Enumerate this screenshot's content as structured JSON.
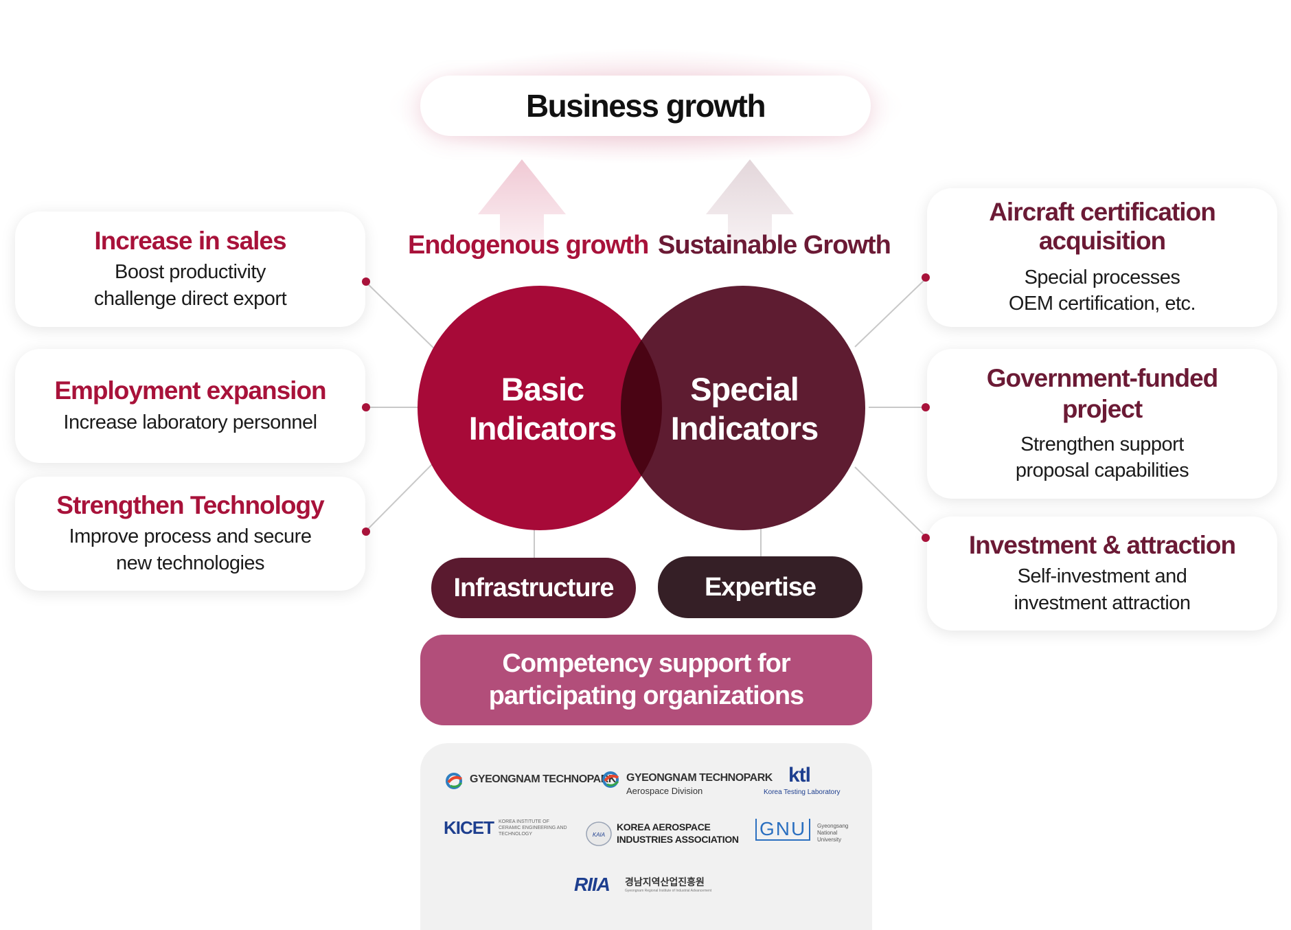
{
  "top": {
    "title": "Business growth"
  },
  "growth": {
    "left": "Endogenous growth",
    "right": "Sustainable Growth"
  },
  "circles": {
    "basic": {
      "line1": "Basic",
      "line2": "Indicators"
    },
    "special": {
      "line1": "Special",
      "line2": "Indicators"
    }
  },
  "left_cards": [
    {
      "title": "Increase in sales",
      "desc1": "Boost productivity",
      "desc2": "challenge direct export"
    },
    {
      "title": "Employment expansion",
      "desc1": "Increase laboratory personnel",
      "desc2": ""
    },
    {
      "title": "Strengthen Technology",
      "desc1": "Improve process and secure",
      "desc2": "new technologies"
    }
  ],
  "right_cards": [
    {
      "title1": "Aircraft certification",
      "title2": "acquisition",
      "desc1": "Special processes",
      "desc2": "OEM certification, etc."
    },
    {
      "title1": "Government-funded",
      "title2": "project",
      "desc1": "Strengthen support",
      "desc2": "proposal capabilities"
    },
    {
      "title1": "Investment & attraction",
      "title2": "",
      "desc1": "Self-investment and",
      "desc2": "investment attraction"
    }
  ],
  "pills": {
    "infrastructure": "Infrastructure",
    "expertise": "Expertise"
  },
  "competency": {
    "line1": "Competency support for",
    "line2": "participating organizations"
  },
  "logos": {
    "gtp": "GYEONGNAM TECHNOPARK",
    "gtp_aero": "GYEONGNAM TECHNOPARK",
    "gtp_aero_sub": "Aerospace Division",
    "ktl": "ktl",
    "ktl_sub": "Korea Testing Laboratory",
    "kicet": "KICET",
    "kicet_sub": "KOREA INSTITUTE OF CERAMIC ENGINEERING AND TECHNOLOGY",
    "kaia_mark": "KAIA",
    "kaia_line1": "KOREA AEROSPACE",
    "kaia_line2": "INDUSTRIES ASSOCIATION",
    "gnu": "GNU",
    "gnu_sub1": "Gyeongsang",
    "gnu_sub2": "National",
    "gnu_sub3": "University",
    "riia": "RIIA",
    "riia_kor": "경남지역산업진흥원",
    "riia_sub": "Gyeongnam Regional Institute of Industrial Advancement"
  },
  "colors": {
    "basic": "#a70a38",
    "special": "#5e1c31",
    "overlap": "#4a0414",
    "infrastructure": "#5a1a2f",
    "expertise": "#351f26",
    "competency": "#b24e7a",
    "left_title": "#a8123a",
    "right_title": "#6b1a35"
  }
}
